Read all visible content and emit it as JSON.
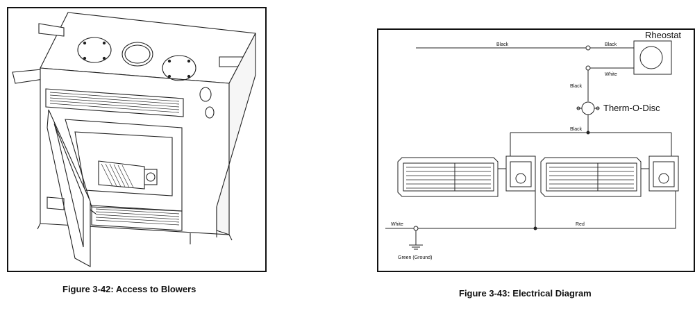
{
  "figure_left": {
    "caption": "Figure 3-42: Access to Blowers"
  },
  "figure_right": {
    "caption": "Figure 3-43: Electrical Diagram",
    "labels": {
      "black_top": "Black",
      "black_rheostat": "Black",
      "white_rheostat": "White",
      "rheostat": "Rheostat",
      "black_mid": "Black",
      "thermo_disc": "Therm-O-Disc",
      "black_low": "Black",
      "white_left": "White",
      "red": "Red",
      "green_ground": "Green (Ground)"
    }
  }
}
